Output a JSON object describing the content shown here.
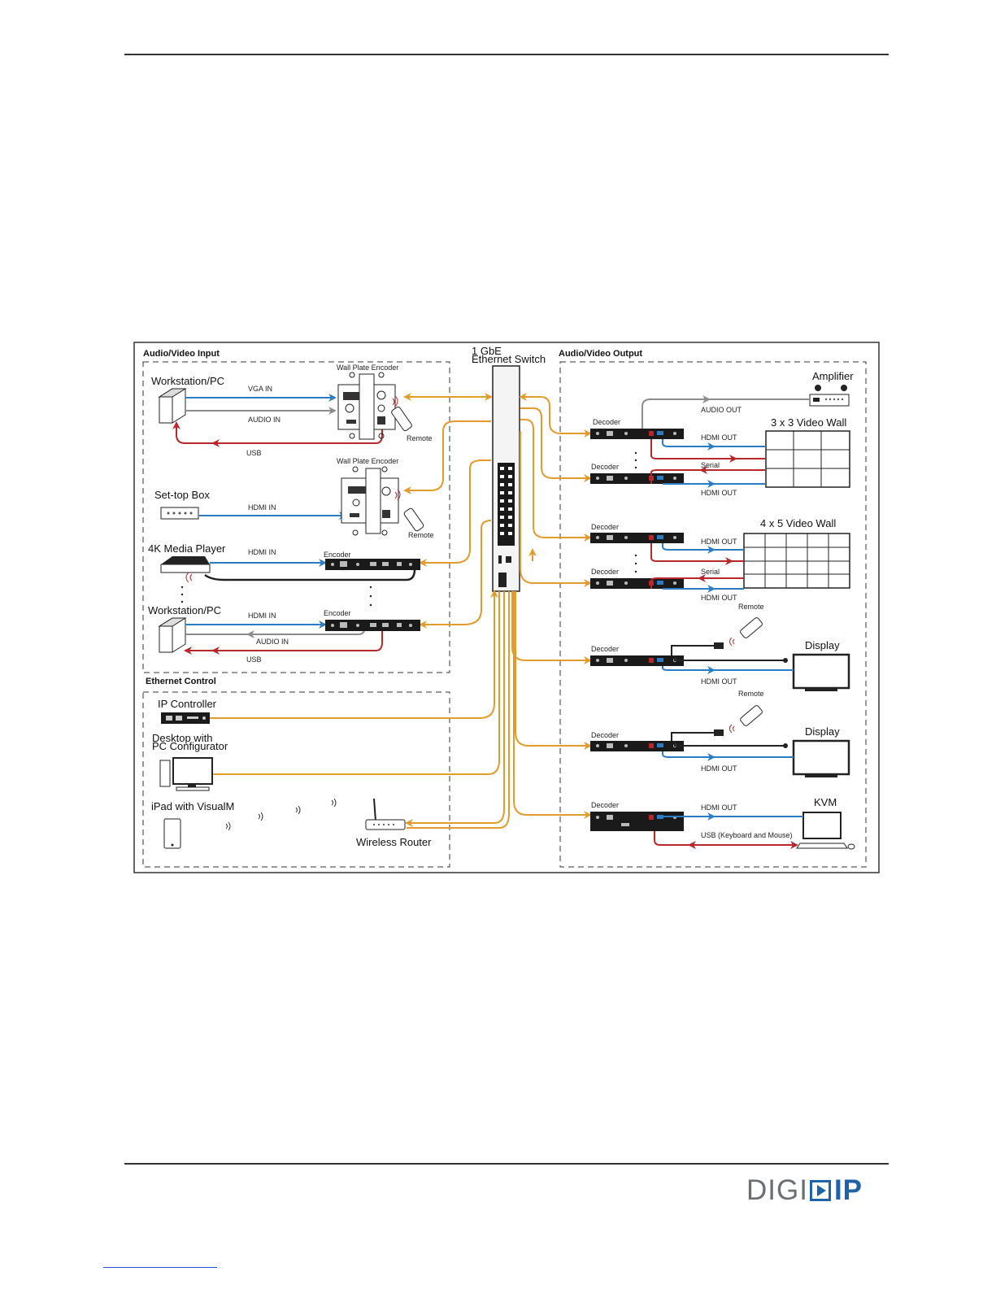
{
  "sections": {
    "input": "Audio/Video Input",
    "output": "Audio/Video Output",
    "control": "Ethernet Control"
  },
  "switch": {
    "line1": "1 GbE",
    "line2": "Ethernet Switch"
  },
  "inputs": {
    "workstation1": "Workstation/PC",
    "vga_in": "VGA IN",
    "audio_in1": "AUDIO IN",
    "usb1": "USB",
    "wallplate1": "Wall Plate Encoder",
    "remote1": "Remote",
    "settop": "Set-top Box",
    "hdmi_in1": "HDMI IN",
    "wallplate2": "Wall Plate Encoder",
    "remote2": "Remote",
    "media_player": "4K Media Player",
    "hdmi_in2": "HDMI IN",
    "encoder1": "Encoder",
    "workstation2": "Workstation/PC",
    "hdmi_in3": "HDMI IN",
    "audio_in2": "AUDIO IN",
    "usb2": "USB",
    "encoder2": "Encoder"
  },
  "control": {
    "ip_controller": "IP Controller",
    "desktop_line1": "Desktop with",
    "desktop_line2": "PC Configurator",
    "ipad": "iPad with VisualM",
    "router": "Wireless Router"
  },
  "outputs": {
    "amplifier": "Amplifier",
    "audio_out": "AUDIO OUT",
    "decoder": "Decoder",
    "wall3": "3 x 3 Video Wall",
    "wall4": "4 x 5 Video Wall",
    "hdmi_out": "HDMI OUT",
    "serial": "Serial",
    "remote": "Remote",
    "display": "Display",
    "kvm": "KVM",
    "usb_kvm": "USB (Keyboard and Mouse)"
  },
  "colors": {
    "ethernet": "#e39b2b",
    "hdmi": "#2a7cc4",
    "audio": "#8c8c8c",
    "usb_serial": "#b8272a"
  },
  "logo": {
    "left": "DIGI",
    "right": "IP"
  }
}
